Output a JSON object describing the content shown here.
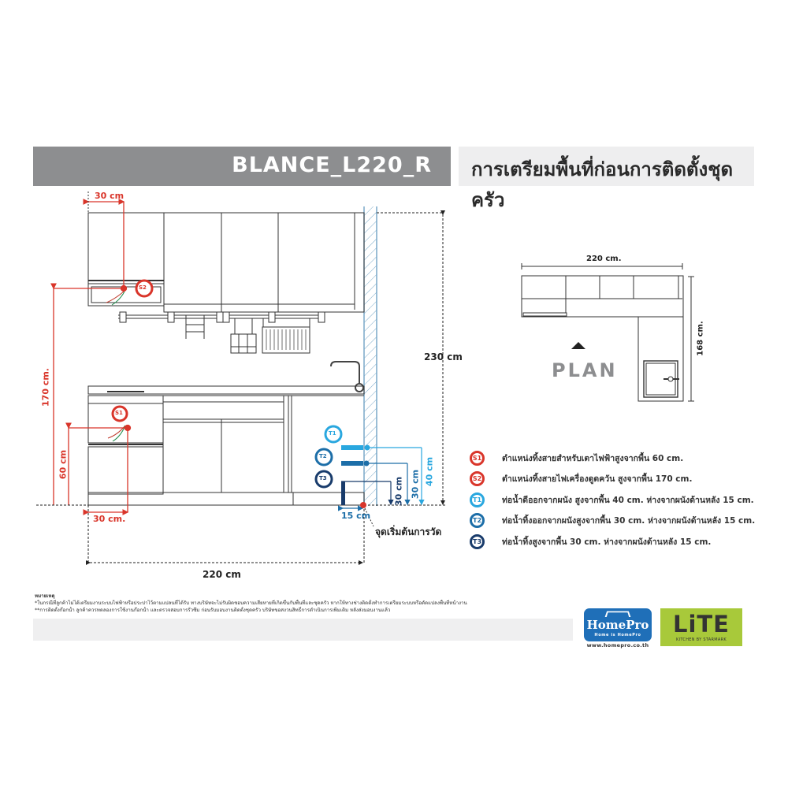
{
  "header": {
    "model_title": "BLANCE_L220_R",
    "section_title": "การเตรียมพื้นที่ก่อนการติดตั้งชุดครัว"
  },
  "elevation": {
    "dim_top_offset": "30 cm",
    "dim_hood_height": "170 cm.",
    "dim_stove_height": "60 cm",
    "dim_bottom_offset": "30 cm.",
    "dim_total_width": "220 cm",
    "dim_total_height": "230 cm",
    "dim_t1_height": "40 cm",
    "dim_t2_height": "30 cm",
    "dim_t3_height": "30 cm",
    "dim_t_offset": "15 cm",
    "origin_label": "จุดเริ่มต้นการวัด",
    "markers": {
      "s1": "S1",
      "s2": "S2",
      "t1": "T1",
      "t2": "T2",
      "t3": "T3"
    }
  },
  "plan": {
    "label": "PLAN",
    "width": "220 cm.",
    "depth": "168 cm."
  },
  "legend": [
    {
      "code": "S1",
      "color": "#d9352a",
      "text": "ตำแหน่งทิ้งสายสำหรับเตาไฟฟ้าสูงจากพื้น 60 cm."
    },
    {
      "code": "S2",
      "color": "#d9352a",
      "text": "ตำแหน่งทิ้งสายไฟเครื่องดูดควัน สูงจากพื้น 170 cm."
    },
    {
      "code": "T1",
      "color": "#29a7df",
      "text": "ท่อน้ำดีออกจากผนัง สูงจากพื้น 40 cm. ห่างจากผนังด้านหลัง 15 cm."
    },
    {
      "code": "T2",
      "color": "#1c6ea8",
      "text": "ท่อน้ำทิ้งออกจากผนังสูงจากพื้น 30 cm. ห่างจากผนังด้านหลัง 15 cm."
    },
    {
      "code": "T3",
      "color": "#183b6b",
      "text": "ท่อน้ำทิ้งสูงจากพื้น 30 cm. ห่างจากผนังด้านหลัง 15 cm."
    }
  ],
  "notes": {
    "heading": "หมายเหตุ",
    "line1": "*ในกรณีที่ลูกค้าไม่ได้เตรียมงานระบบไฟฟ้าหรือประปาไว้ตามแปลนที่ได้รับ ทางบริษัทจะไม่รับผิดชอบความเสียหายที่เกิดขึ้นกับพื้นที่และชุดครัว หากให้ทางช่างติดตั้งทำการเตรียมระบบหรือดัดแปลงพื้นที่หน้างาน",
    "line2": "**การติดตั้งก๊อกน้ำ ลูกค้าควรทดลองการใช้งานก๊อกน้ำ และตรวจสอบการรั่วซึม ก่อนรับมอบงานติดตั้งชุดครัว บริษัทขอสงวนสิทธิ์การดำเนินการเพิ่มเติม หลังส่งมอบงานแล้ว"
  },
  "logos": {
    "homepro_name": "HomePro",
    "homepro_tagline": "Home is HomePro",
    "homepro_url": "www.homepro.co.th",
    "lite_name": "LiTE",
    "lite_tagline": "KITCHEN BY STARMARK"
  },
  "colors": {
    "header_gray": "#8d8e90",
    "header_light": "#eeeeef",
    "electric_red": "#d9352a",
    "water_light_blue": "#29a7df",
    "water_mid_blue": "#1c6ea8",
    "water_dark_blue": "#183b6b",
    "homepro_blue": "#1f6fb8",
    "lite_green": "#a8c93a"
  }
}
